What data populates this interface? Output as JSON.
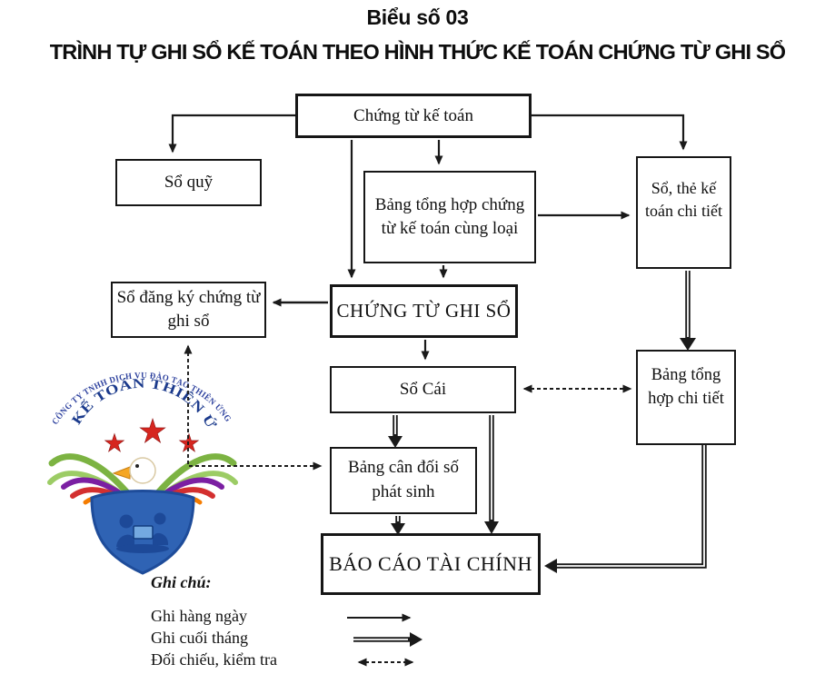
{
  "header": {
    "title": "Biểu số 03",
    "subtitle": "TRÌNH TỰ GHI SỔ KẾ TOÁN THEO HÌNH THỨC KẾ TOÁN CHỨNG TỪ GHI SỔ"
  },
  "diagram": {
    "nodes": {
      "chung_tu_ke_toan": {
        "label": "Chứng từ kế toán"
      },
      "so_quy": {
        "label": "Sổ quỹ"
      },
      "bang_tong_hop_chung_tu": {
        "label": "Bảng tổng hợp chứng từ kế toán cùng loại"
      },
      "so_the_ke_toan_chi_tiet": {
        "label": "Sổ, thẻ kế toán chi tiết"
      },
      "so_dang_ky_chung_tu_ghi_so": {
        "label": "Sổ đăng ký chứng từ ghi sổ"
      },
      "chung_tu_ghi_so": {
        "label": "CHỨNG TỪ GHI SỔ"
      },
      "so_cai": {
        "label": "Sổ Cái"
      },
      "bang_tong_hop_chi_tiet": {
        "label": "Bảng tổng hợp chi tiết"
      },
      "bang_can_doi_so_phat_sinh": {
        "label": "Bảng cân đối số phát sinh"
      },
      "bao_cao_tai_chinh": {
        "label": "BÁO CÁO TÀI CHÍNH"
      }
    },
    "line_color": "#1a1a1a"
  },
  "legend": {
    "title": "Ghi chú:",
    "items": [
      {
        "label": "Ghi hàng ngày",
        "arrow": "solid-thin"
      },
      {
        "label": "Ghi cuối tháng",
        "arrow": "solid-thick-double-line"
      },
      {
        "label": "Đối chiếu, kiểm tra",
        "arrow": "dashed-double-headed"
      }
    ]
  },
  "logo": {
    "outer_text": "CÔNG TY TNHH DỊCH VỤ ĐÀO TẠO THIÊN ỨNG",
    "inner_text": "KẾ TOÁN THIÊN ỨNG",
    "star_glyph": "★",
    "colors": {
      "text_blue": "#2b3f9d",
      "star_red": "#d6261f",
      "shield_blue": "#2f63b4",
      "wing_green": "#7cb342",
      "wing_purple": "#7b1fa2",
      "wing_red": "#d32f2f",
      "wing_orange": "#f57c00"
    }
  }
}
